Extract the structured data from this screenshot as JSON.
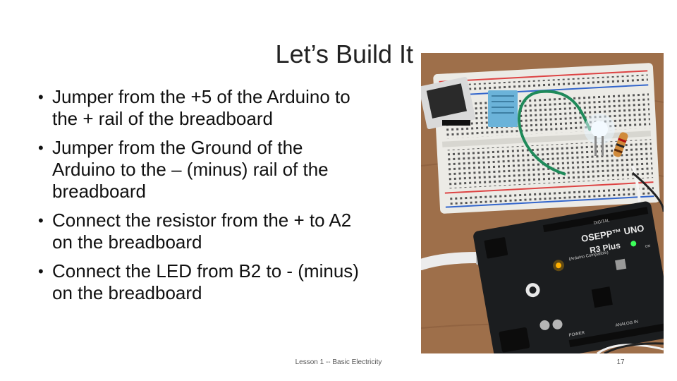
{
  "slide": {
    "title": "Let’s Build It",
    "bullets": [
      {
        "lines": [
          "Jumper from the +5 of the Arduino to",
          "the + rail of the breadboard"
        ]
      },
      {
        "lines": [
          "Jumper from the Ground of the",
          "Arduino to the – (minus) rail of the",
          "breadboard"
        ]
      },
      {
        "lines": [
          "Connect the resistor from the + to A2",
          "on the breadboard"
        ]
      },
      {
        "lines": [
          "Connect the LED from B2 to - (minus)",
          "on the breadboard"
        ]
      }
    ],
    "bullet_glyph": "•",
    "photo_labels": {
      "board_brand": "OSEPP™ UNO",
      "board_model": "R3 Plus",
      "board_sub": "(Arduino Compatible)",
      "digital": "DIGITAL",
      "power": "POWER",
      "analog_in": "ANALOG IN",
      "on_led": "ON"
    },
    "footer": "Lesson 1 -- Basic Electricity",
    "page_number": "17"
  },
  "colors": {
    "wood": "#a5764f",
    "breadboard": "#ecebe6",
    "arduino_board": "#1b1d1f",
    "wire_green": "#1f8a5a",
    "sensor_blue": "#6bb3d9"
  }
}
